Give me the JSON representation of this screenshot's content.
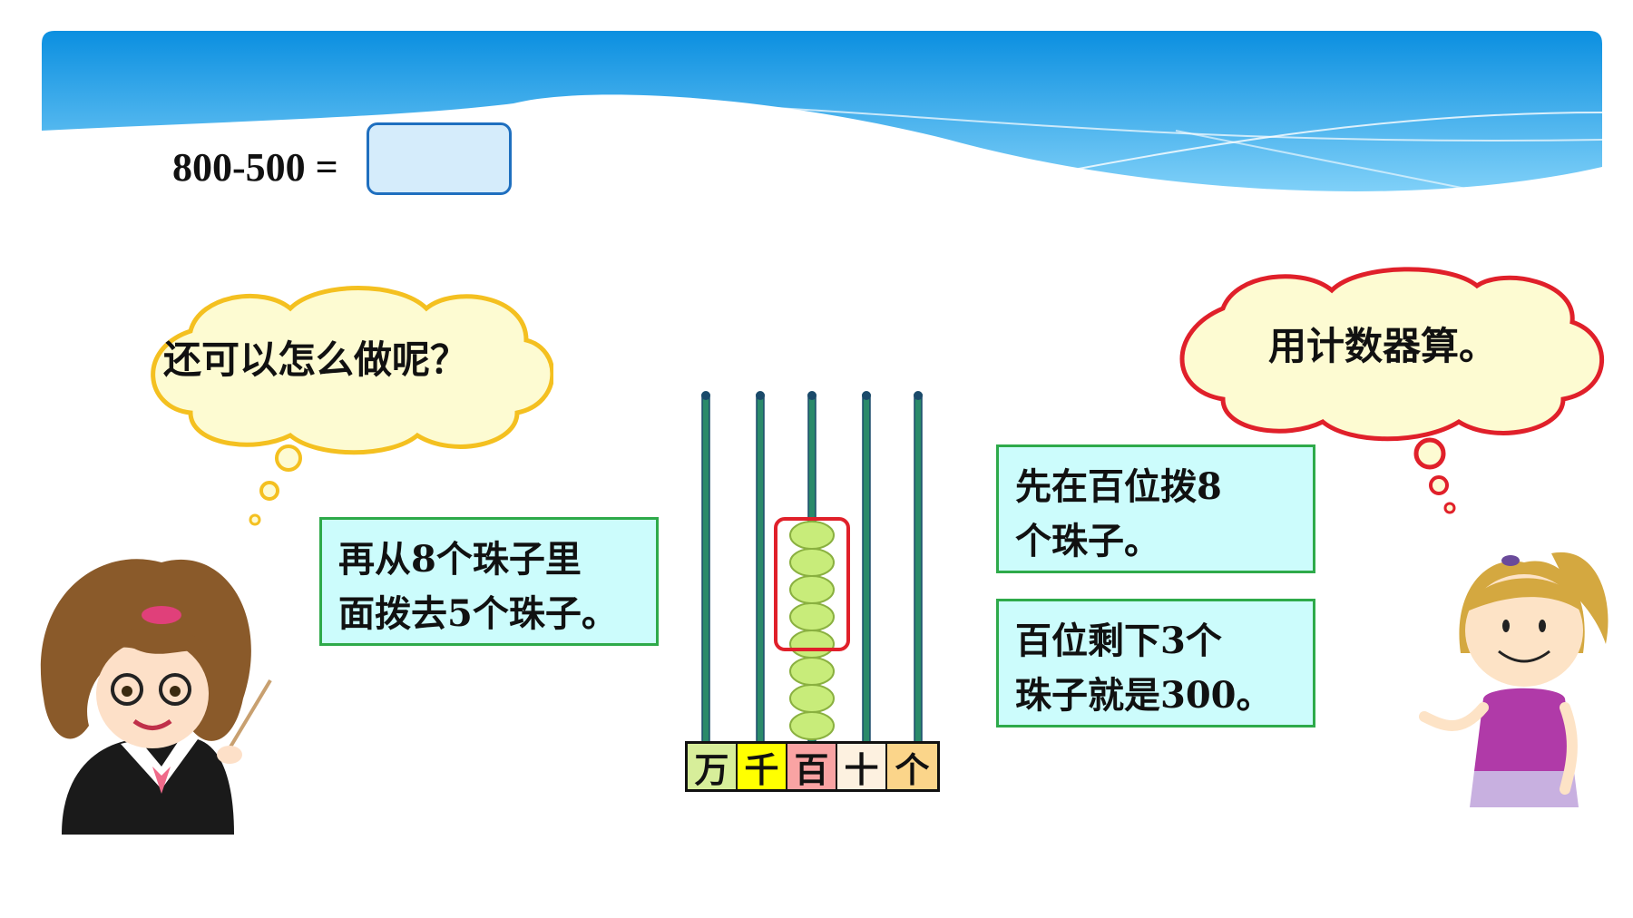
{
  "equation": {
    "expression": "800-500 =",
    "answer": ""
  },
  "clouds": {
    "teacher": "还可以怎么做呢？",
    "girl": "用计数器算。"
  },
  "notes": {
    "remove": [
      "再从8个珠子里",
      "面拨去5个珠子。"
    ],
    "place": [
      "先在百位拨8",
      "个珠子。"
    ],
    "remain": [
      "百位剩下3个",
      "珠子就是300。"
    ]
  },
  "abacus": {
    "place_labels": [
      "万",
      "千",
      "百",
      "十",
      "个"
    ],
    "label_colors": [
      "#d7ee9a",
      "#ffff00",
      "#f9a3a3",
      "#fdf1e0",
      "#fbd58a"
    ],
    "hundreds_beads": 8,
    "removed_beads": 5,
    "bead_color": "#c8ec7a",
    "highlight_color": "#e0202a"
  },
  "colors": {
    "note_bg": "#ccfcfc",
    "note_border": "#2eaa4a",
    "teacher_cloud_border": "#f4c020",
    "girl_cloud_border": "#e0202a",
    "cloud_fill": "#fdfbd2"
  }
}
